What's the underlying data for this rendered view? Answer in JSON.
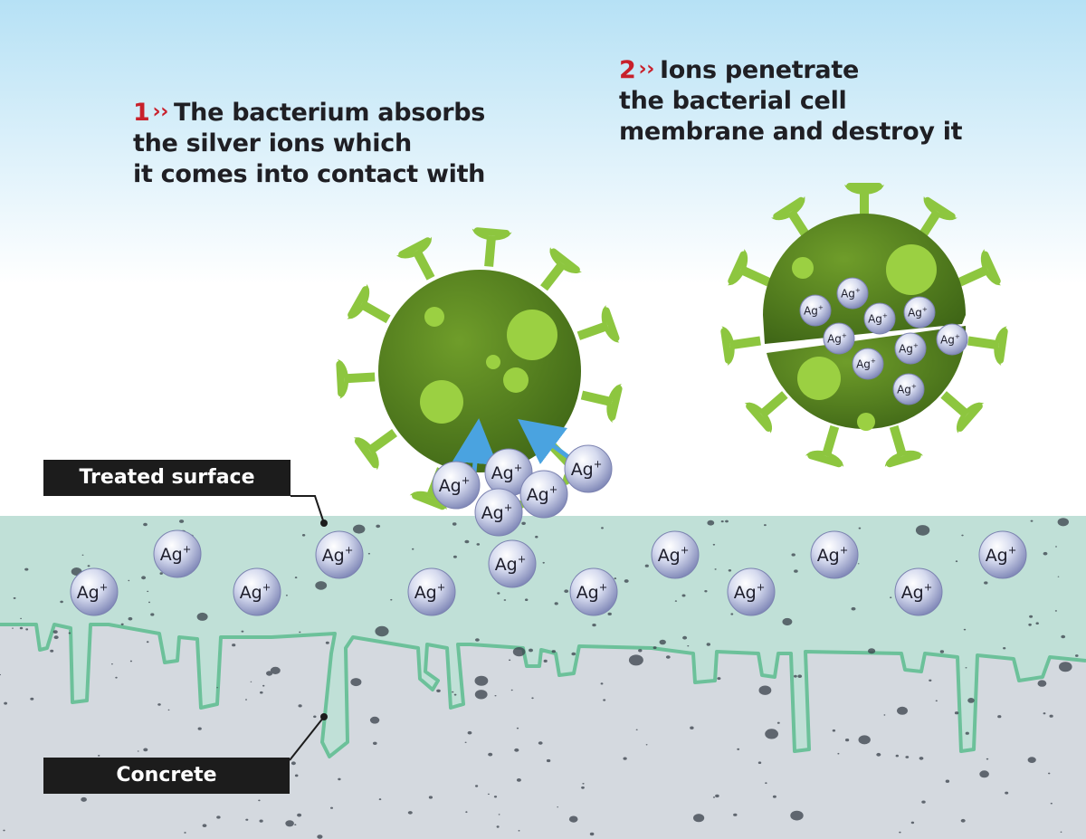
{
  "captions": {
    "step1": {
      "number": "1",
      "chevron": "››",
      "lines": [
        "The bacterium absorbs",
        "the silver ions which",
        "it comes into contact with"
      ]
    },
    "step2": {
      "number": "2",
      "chevron": "››",
      "lines": [
        "Ions penetrate",
        "the bacterial cell",
        "membrane and destroy it"
      ]
    }
  },
  "labels": {
    "treated_surface": "Treated surface",
    "concrete": "Concrete"
  },
  "ion_label": {
    "symbol": "Ag",
    "charge": "+"
  },
  "colors": {
    "accent_number": "#c8202b",
    "caption_text": "#1f1f24",
    "sky_top": "#b9e3f5",
    "virus_body": "#5e8a22",
    "virus_spikes": "#8dc63f",
    "virus_spots": "#9bd042",
    "treated_layer": "#b9dcd3",
    "concrete": "#d3d8de",
    "boundary_line": "#6cc19a",
    "ion_arrow": "#4aa3e0",
    "label_box": "#1c1c1c"
  }
}
